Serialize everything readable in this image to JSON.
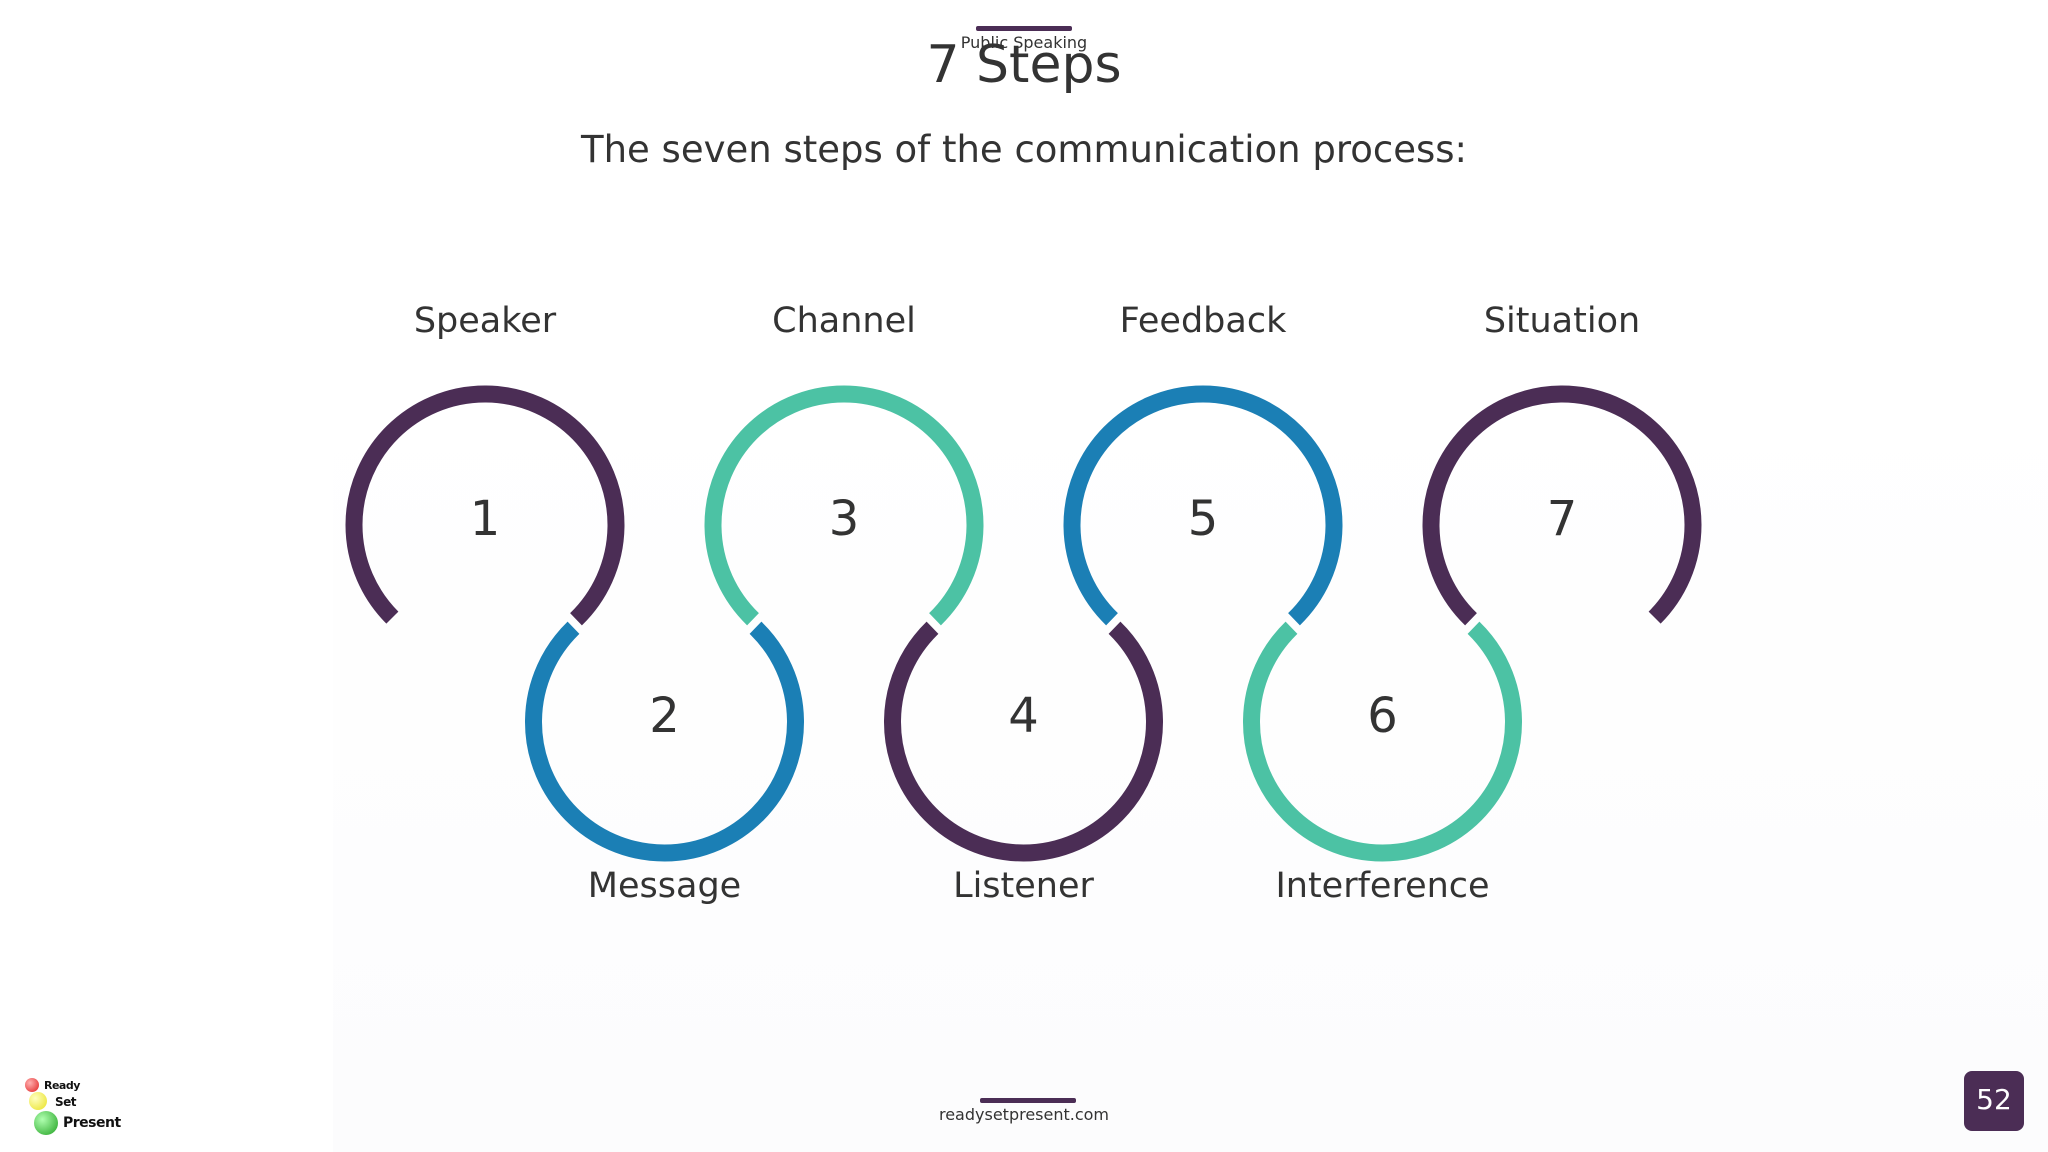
{
  "header": {
    "supertitle": "Public Speaking",
    "title": "7 Steps",
    "subtitle": "The seven steps of the communication process:"
  },
  "steps": [
    {
      "number": "1",
      "label": "Speaker",
      "color": "#4b2d55"
    },
    {
      "number": "2",
      "label": "Message",
      "color": "#1b7fb5"
    },
    {
      "number": "3",
      "label": "Channel",
      "color": "#4cc2a4"
    },
    {
      "number": "4",
      "label": "Listener",
      "color": "#4b2d55"
    },
    {
      "number": "5",
      "label": "Feedback",
      "color": "#1b7fb5"
    },
    {
      "number": "6",
      "label": "Interference",
      "color": "#4cc2a4"
    },
    {
      "number": "7",
      "label": "Situation",
      "color": "#4b2d55"
    }
  ],
  "footer": {
    "url": "readysetpresent.com",
    "page_number": "52"
  },
  "logo": {
    "line1": "Ready",
    "line2": "Set",
    "line3": "Present"
  }
}
